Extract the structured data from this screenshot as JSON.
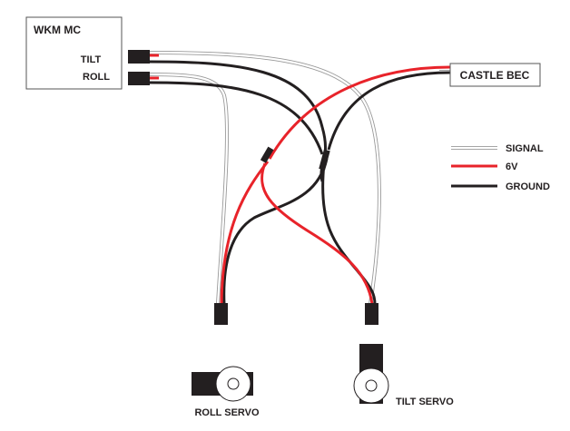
{
  "diagram": {
    "controller": {
      "title": "WKM MC",
      "ports": [
        "TILT",
        "ROLL"
      ]
    },
    "bec": {
      "label": "CASTLE BEC"
    },
    "legend": [
      {
        "key": "signal",
        "label": "SIGNAL",
        "color": "#ffffff"
      },
      {
        "key": "power",
        "label": "6V",
        "color": "#e8232a"
      },
      {
        "key": "ground",
        "label": "GROUND",
        "color": "#231f20"
      }
    ],
    "servos": [
      {
        "label": "ROLL SERVO"
      },
      {
        "label": "TILT SERVO"
      }
    ],
    "colors": {
      "signal_outline": "#999999",
      "power": "#e8232a",
      "ground": "#231f20",
      "connector": "#231f20"
    }
  }
}
